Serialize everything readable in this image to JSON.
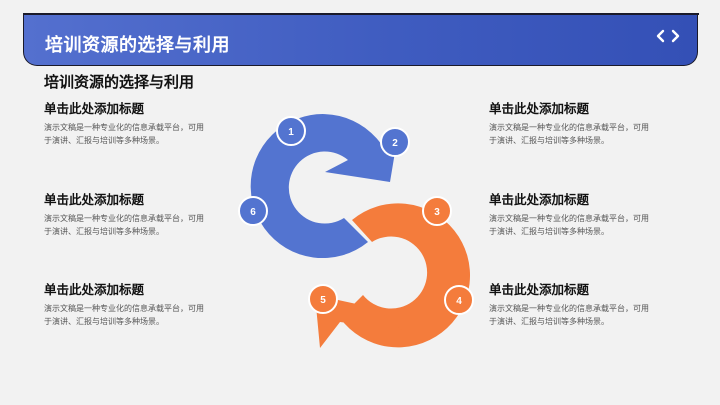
{
  "header": {
    "title": "培训资源的选择与利用",
    "nav_prev_icon": "chevron-left-icon",
    "nav_next_icon": "chevron-right-icon",
    "gradient": [
      "#5470cf",
      "#3450b6"
    ]
  },
  "subtitle": "培训资源的选择与利用",
  "items": [
    {
      "title": "单击此处添加标题",
      "desc_line1": "演示文稿是一种专业化的信息承载平台，可用",
      "desc_line2": "于演讲、汇报与培训等多种场景。"
    },
    {
      "title": "单击此处添加标题",
      "desc_line1": "演示文稿是一种专业化的信息承载平台，可用",
      "desc_line2": "于演讲、汇报与培训等多种场景。"
    },
    {
      "title": "单击此处添加标题",
      "desc_line1": "演示文稿是一种专业化的信息承载平台，可用",
      "desc_line2": "于演讲、汇报与培训等多种场景。"
    },
    {
      "title": "单击此处添加标题",
      "desc_line1": "演示文稿是一种专业化的信息承载平台，可用",
      "desc_line2": "于演讲、汇报与培训等多种场景。"
    },
    {
      "title": "单击此处添加标题",
      "desc_line1": "演示文稿是一种专业化的信息承载平台，可用",
      "desc_line2": "于演讲、汇报与培训等多种场景。"
    },
    {
      "title": "单击此处添加标题",
      "desc_line1": "演示文稿是一种专业化的信息承载平台，可用",
      "desc_line2": "于演讲、汇报与培训等多种场景。"
    }
  ],
  "diagram": {
    "colors": {
      "blue": "#5374d0",
      "orange": "#f47c3c"
    },
    "badges": [
      "1",
      "2",
      "3",
      "4",
      "5",
      "6"
    ]
  }
}
